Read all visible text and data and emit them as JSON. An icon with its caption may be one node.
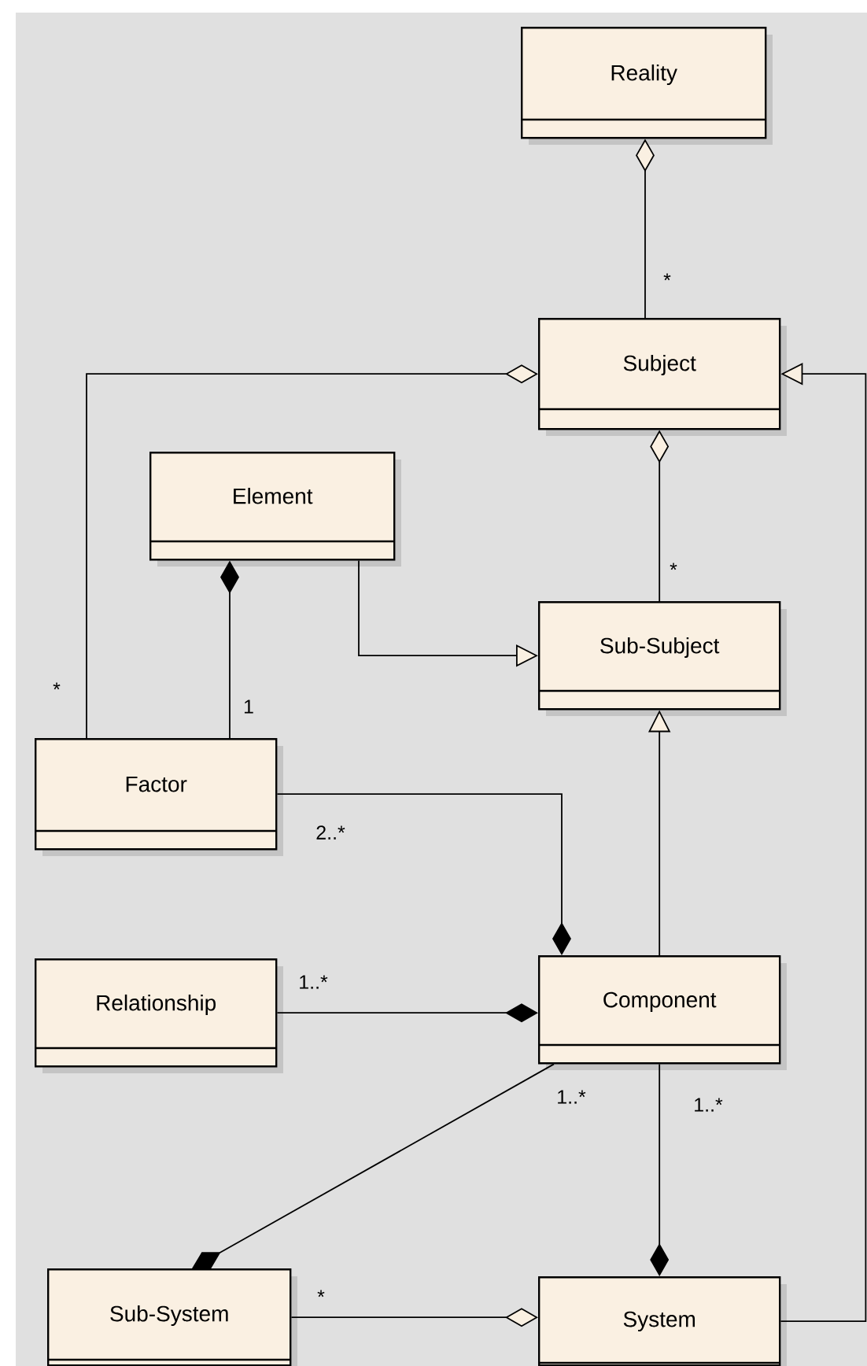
{
  "diagram": {
    "nodes": [
      {
        "text": [
          "Reality"
        ]
      },
      {
        "text": [
          "Subject"
        ]
      },
      {
        "text": [
          "Element"
        ]
      },
      {
        "text": [
          "Sub-Subject"
        ]
      },
      {
        "text": [
          "Factor"
        ]
      },
      {
        "text": [
          "Relationship"
        ]
      },
      {
        "text": [
          "Component"
        ]
      },
      {
        "text": [
          "Sub-System"
        ]
      },
      {
        "text": [
          "System"
        ]
      }
    ],
    "edges": [
      {
        "from": 1,
        "to": 0,
        "arrow": "other",
        "label": "*"
      },
      {
        "from": 4,
        "to": 1,
        "arrow": "other",
        "label": "*"
      },
      {
        "from": 3,
        "to": 1,
        "arrow": "other",
        "label": "*"
      },
      {
        "from": 2,
        "to": 3,
        "arrow": "to"
      },
      {
        "from": 4,
        "to": 2,
        "arrow": "other",
        "label": "1"
      },
      {
        "from": 6,
        "to": 3,
        "arrow": "to"
      },
      {
        "from": 4,
        "to": 6,
        "arrow": "other",
        "label": "2..*"
      },
      {
        "from": 5,
        "to": 6,
        "arrow": "other",
        "label": "1..*"
      },
      {
        "from": 6,
        "to": 7,
        "arrow": "other",
        "label": "1..*"
      },
      {
        "from": 6,
        "to": 8,
        "arrow": "other",
        "label": "1..*"
      },
      {
        "from": 7,
        "to": 8,
        "arrow": "other",
        "label": "*"
      },
      {
        "from": 8,
        "to": 1,
        "arrow": "to"
      }
    ]
  }
}
